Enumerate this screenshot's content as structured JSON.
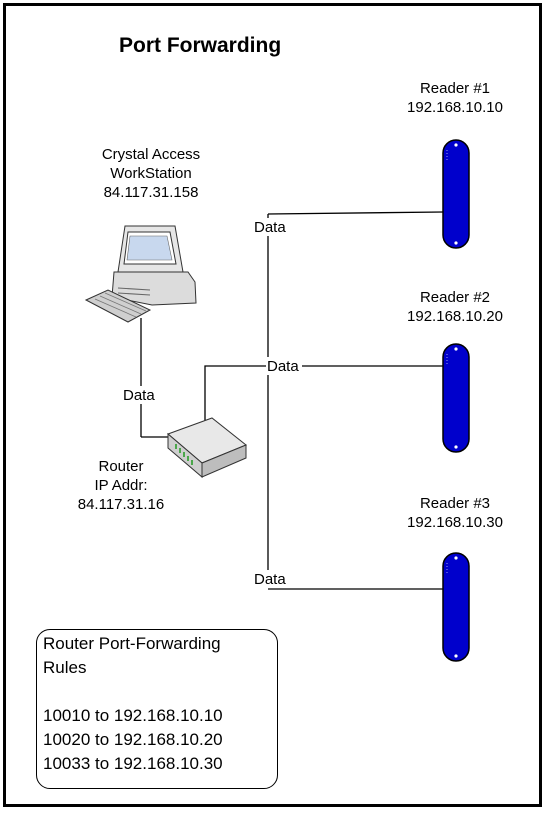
{
  "diagram": {
    "title": "Port Forwarding",
    "workstation": {
      "name_line1": "Crystal Access",
      "name_line2": "WorkStation",
      "ip": "84.117.31.158"
    },
    "router": {
      "name": "Router",
      "ip_label": "IP Addr:",
      "ip": "84.117.31.16"
    },
    "readers": [
      {
        "name": "Reader #1",
        "ip": "192.168.10.10"
      },
      {
        "name": "Reader #2",
        "ip": "192.168.10.20"
      },
      {
        "name": "Reader #3",
        "ip": "192.168.10.30"
      }
    ],
    "link_label": "Data",
    "rules": {
      "title_line1": "Router Port-Forwarding",
      "title_line2": "Rules",
      "entries": [
        "10010  to 192.168.10.10",
        "10020  to 192.168.10.20",
        "10033  to 192.168.10.30"
      ]
    },
    "colors": {
      "reader_fill": "#0000cc",
      "outline": "#000000"
    }
  }
}
